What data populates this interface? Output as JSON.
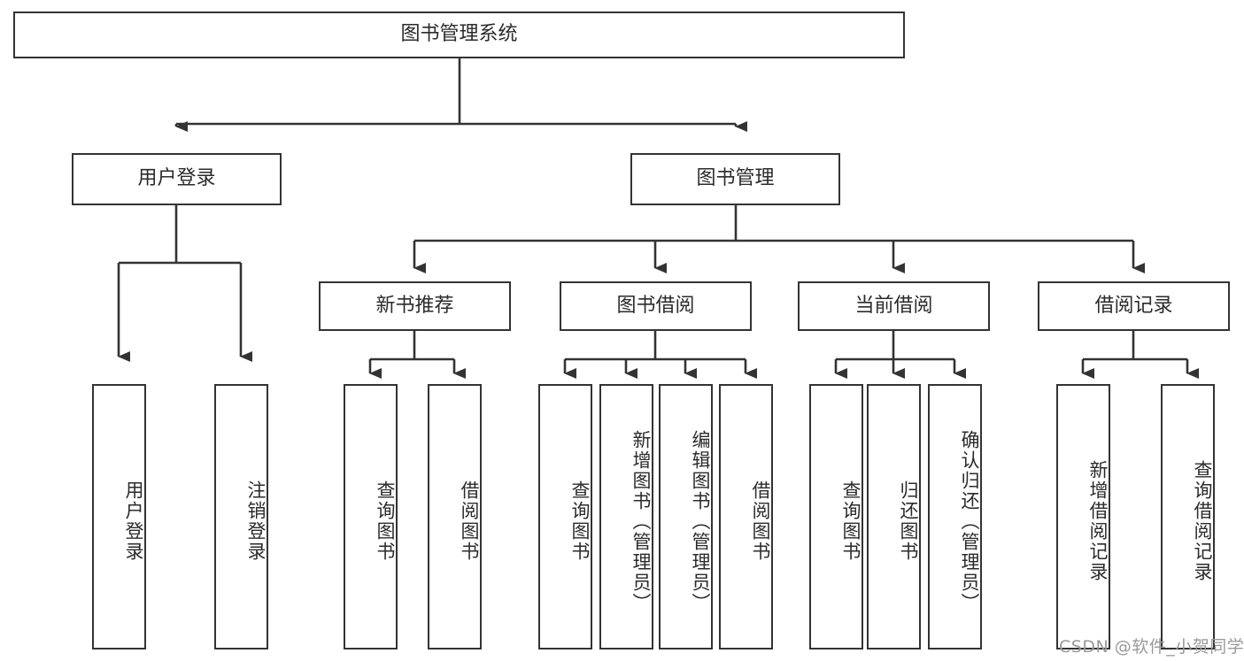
{
  "diagram": {
    "title": "图书管理系统",
    "type": "tree-structure-chart",
    "background_color": "#ffffff",
    "border_color": "#333333",
    "text_color": "#2b2b2b",
    "watermark": "CSDN @软件_小贺同学"
  },
  "nodes": {
    "root": {
      "label": "图书管理系统"
    },
    "level2": [
      {
        "id": "user-login",
        "label": "用户登录"
      },
      {
        "id": "book-manage",
        "label": "图书管理"
      }
    ],
    "level3": [
      {
        "id": "new-book-recommend",
        "label": "新书推荐"
      },
      {
        "id": "book-borrow",
        "label": "图书借阅"
      },
      {
        "id": "current-borrow",
        "label": "当前借阅"
      },
      {
        "id": "borrow-record",
        "label": "借阅记录"
      }
    ],
    "leaves": {
      "user_login": [
        {
          "id": "leaf-user-login",
          "label": "用户登录"
        },
        {
          "id": "leaf-logout-login",
          "label": "注销登录"
        }
      ],
      "new_book_recommend": [
        {
          "id": "leaf-query-book-1",
          "label": "查询图书"
        },
        {
          "id": "leaf-borrow-book-1",
          "label": "借阅图书"
        }
      ],
      "book_borrow": [
        {
          "id": "leaf-query-book-2",
          "label": "查询图书"
        },
        {
          "id": "leaf-add-book",
          "label": "新增图书（管理员）"
        },
        {
          "id": "leaf-edit-book",
          "label": "编辑图书（管理员）"
        },
        {
          "id": "leaf-borrow-book-2",
          "label": "借阅图书"
        }
      ],
      "current_borrow": [
        {
          "id": "leaf-query-book-3",
          "label": "查询图书"
        },
        {
          "id": "leaf-return-book",
          "label": "归还图书"
        },
        {
          "id": "leaf-confirm-return",
          "label": "确认归还（管理员）"
        }
      ],
      "borrow_record": [
        {
          "id": "leaf-add-record",
          "label": "新增借阅记录"
        },
        {
          "id": "leaf-query-record",
          "label": "查询借阅记录"
        }
      ]
    }
  }
}
